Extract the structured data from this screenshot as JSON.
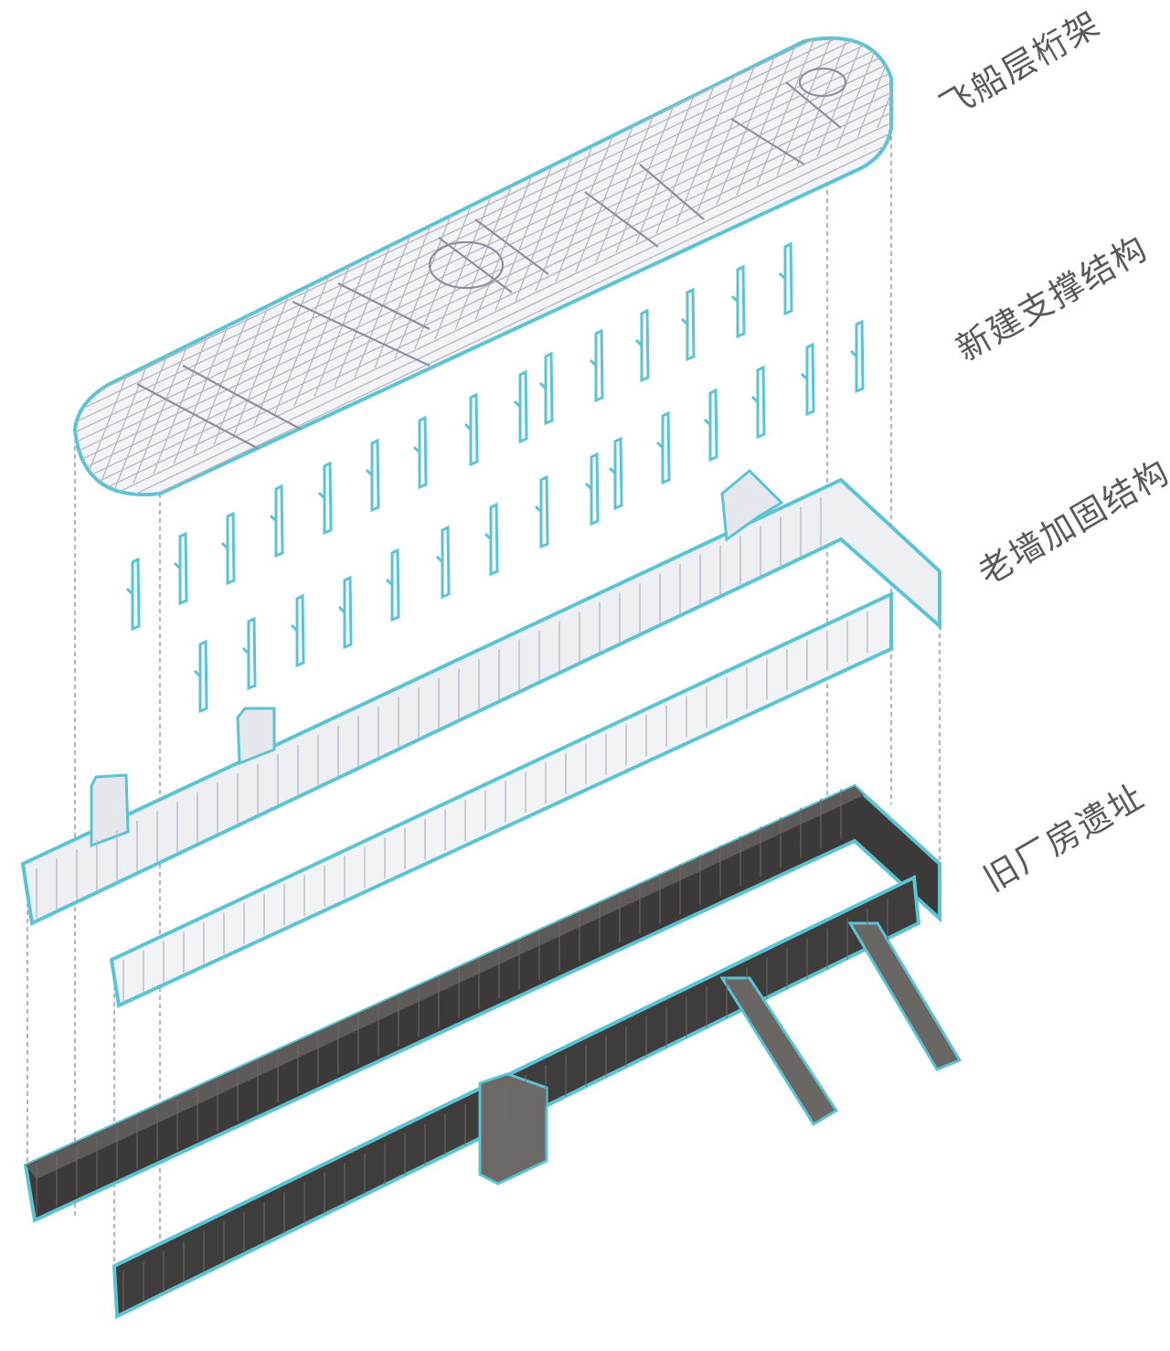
{
  "layers": [
    {
      "id": "truss",
      "label": "飞船层桁架"
    },
    {
      "id": "support",
      "label": "新建支撑结构"
    },
    {
      "id": "wall",
      "label": "老墙加固结构"
    },
    {
      "id": "ruins",
      "label": "旧厂房遗址"
    }
  ],
  "colors": {
    "outline": "#5bc3d4",
    "grid": "#b7b9c4",
    "frame": "#d8d9de",
    "dark": "#3a3837",
    "dark_face": "#4c4946",
    "guide": "#555555",
    "label": "#595959"
  }
}
